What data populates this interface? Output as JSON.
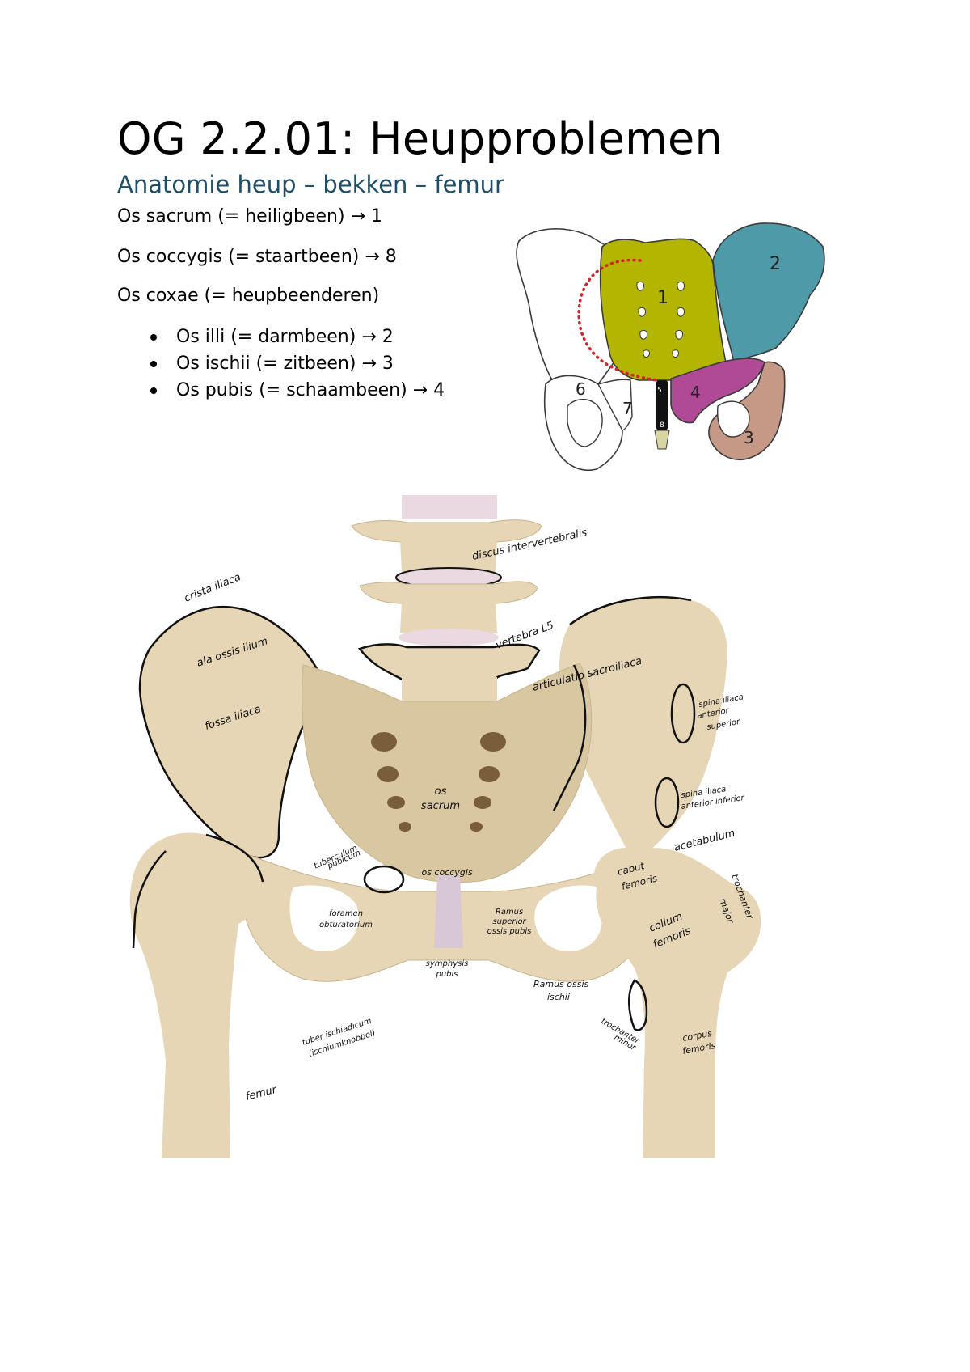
{
  "header": {
    "title": "OG 2.2.01: Heupproblemen",
    "subtitle": "Anatomie heup – bekken – femur"
  },
  "lines": [
    "Os sacrum (= heiligbeen) → 1",
    "Os coccygis (= staartbeen) → 8",
    "Os coxae (= heupbeenderen)"
  ],
  "bullets": [
    "Os illi (= darmbeen) → 2",
    "Os ischii (= zitbeen) → 3",
    "Os pubis (= schaambeen) → 4"
  ],
  "diagram": {
    "numbers": {
      "n1": "1",
      "n2": "2",
      "n3": "3",
      "n4": "4",
      "n5": "5",
      "n6": "6",
      "n7": "7",
      "n8": "8"
    },
    "colors": {
      "sacrum": "#b3b500",
      "ilium": "#4e9aa8",
      "ischium": "#c69886",
      "pubis": "#b04a96",
      "outline": "#3a3a3a",
      "dotted": "#d6222a"
    }
  },
  "illustration": {
    "colors": {
      "bone": "#e6d6b6",
      "bone_shadow": "#c7b48e",
      "disc": "#ead9e0",
      "ink": "#111111"
    },
    "labels": {
      "discus": "discus intervertebralis",
      "crista": "crista iliaca",
      "vertebra": "vertebra L5",
      "ala": "ala ossis ilium",
      "articulatio": "articulatio sacroiliaca",
      "fossa": "fossa iliaca",
      "spina_sup": [
        "spina iliaca",
        "anterior",
        "superior"
      ],
      "os_sacrum": [
        "os",
        "sacrum"
      ],
      "spina_inf": [
        "spina iliaca",
        "anterior inferior"
      ],
      "acetabulum": "acetabulum",
      "tuberculum": [
        "tuberculum",
        "pubicum"
      ],
      "os_coccygis": "os coccygis",
      "caput": [
        "caput",
        "femoris"
      ],
      "trochanter_major": [
        "trochanter",
        "major"
      ],
      "foramen": [
        "foramen",
        "obturatorium"
      ],
      "ramus_sup": [
        "Ramus",
        "superior",
        "ossis pubis"
      ],
      "collum": [
        "collum",
        "femoris"
      ],
      "symphysis": [
        "symphysis",
        "pubis"
      ],
      "ramus_isch": [
        "Ramus ossis",
        "ischii"
      ],
      "tuber": [
        "tuber ischiadicum",
        "(ischiumknobbel)"
      ],
      "trochanter_minor": [
        "trochanter",
        "minor"
      ],
      "corpus": [
        "corpus",
        "femoris"
      ],
      "femur": "femur"
    }
  }
}
